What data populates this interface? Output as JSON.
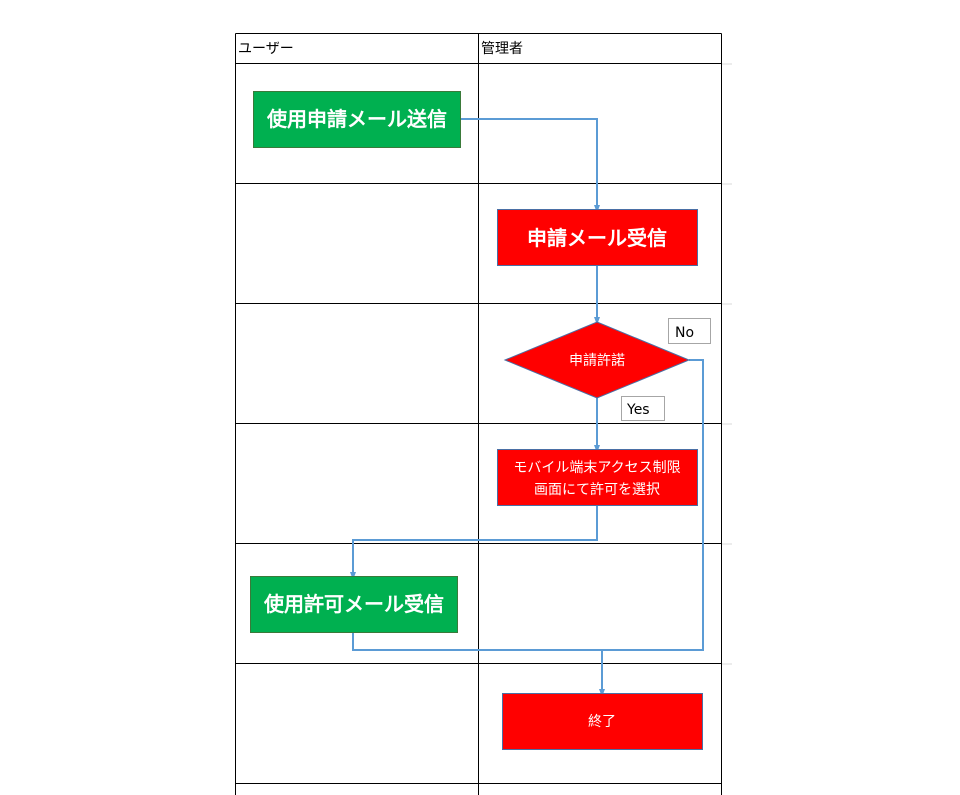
{
  "lanes": {
    "user_header": "ユーザー",
    "admin_header": "管理者"
  },
  "nodes": {
    "send_request": "使用申請メール送信",
    "receive_request": "申請メール受信",
    "decision": "申請許諾",
    "select_permit_line1": "モバイル端末アクセス制限",
    "select_permit_line2": "画面にて許可を選択",
    "receive_permit": "使用許可メール受信",
    "end": "終了"
  },
  "labels": {
    "no": "No",
    "yes": "Yes"
  },
  "colors": {
    "user_box": "#00b050",
    "admin_box": "#ff0000",
    "connector": "#5b9bd5",
    "grid": "#000000"
  }
}
